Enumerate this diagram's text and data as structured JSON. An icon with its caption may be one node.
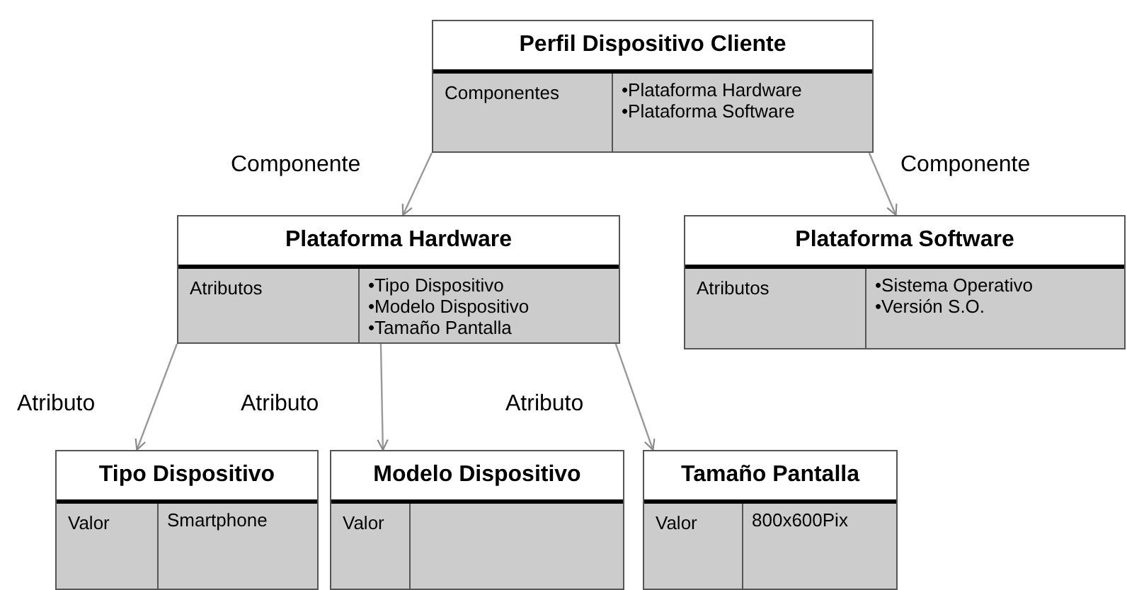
{
  "diagram": {
    "nodes": [
      {
        "text": [
          "Perfil Dispositivo Cliente",
          "Componentes",
          "•Plataforma Hardware",
          "•Plataforma Software"
        ]
      },
      {
        "text": [
          "Plataforma Hardware",
          "Atributos",
          "•Tipo Dispositivo",
          "•Modelo Dispositivo",
          "•Tamaño Pantalla"
        ]
      },
      {
        "text": [
          "Plataforma Software",
          "Atributos",
          "•Sistema Operativo",
          "•Versión S.O."
        ]
      },
      {
        "text": [
          "Tipo Dispositivo",
          "Valor",
          "Smartphone"
        ]
      },
      {
        "text": [
          "Modelo Dispositivo",
          "Valor"
        ]
      },
      {
        "text": [
          "Tamaño Pantalla",
          "Valor",
          "800x600Pix"
        ]
      }
    ],
    "edges": [
      {
        "from": 0,
        "to": 1,
        "arrow": "to",
        "label": "Componente"
      },
      {
        "from": 0,
        "to": 2,
        "arrow": "to",
        "label": "Componente"
      },
      {
        "from": 1,
        "to": 3,
        "arrow": "to",
        "label": "Atributo"
      },
      {
        "from": 1,
        "to": 4,
        "arrow": "to",
        "label": "Atributo"
      },
      {
        "from": 1,
        "to": 5,
        "arrow": "to",
        "label": "Atributo"
      }
    ]
  }
}
